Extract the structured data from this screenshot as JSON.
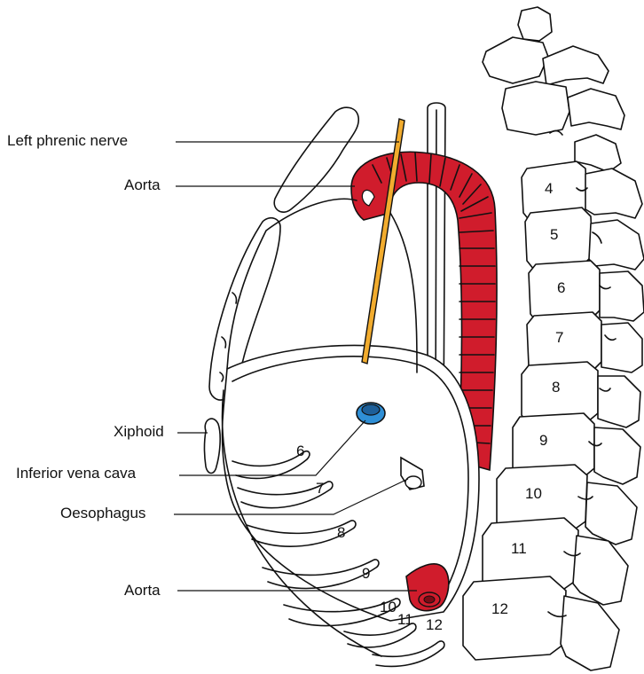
{
  "labels": {
    "left_phrenic_nerve": "Left phrenic nerve",
    "aorta_upper": "Aorta",
    "xiphoid": "Xiphoid",
    "inferior_vena_cava": "Inferior vena cava",
    "oesophagus": "Oesophagus",
    "aorta_lower": "Aorta"
  },
  "rib_numbers": [
    "6",
    "7",
    "8",
    "9",
    "10",
    "11",
    "12"
  ],
  "vertebra_numbers": [
    "4",
    "5",
    "6",
    "7",
    "8",
    "9",
    "10",
    "11",
    "12"
  ],
  "colors": {
    "aorta": "#d01c2c",
    "phrenic_nerve": "#f2ac2e",
    "inferior_vena_cava": "#2f8fd6",
    "outline": "#111111",
    "background": "#ffffff"
  }
}
